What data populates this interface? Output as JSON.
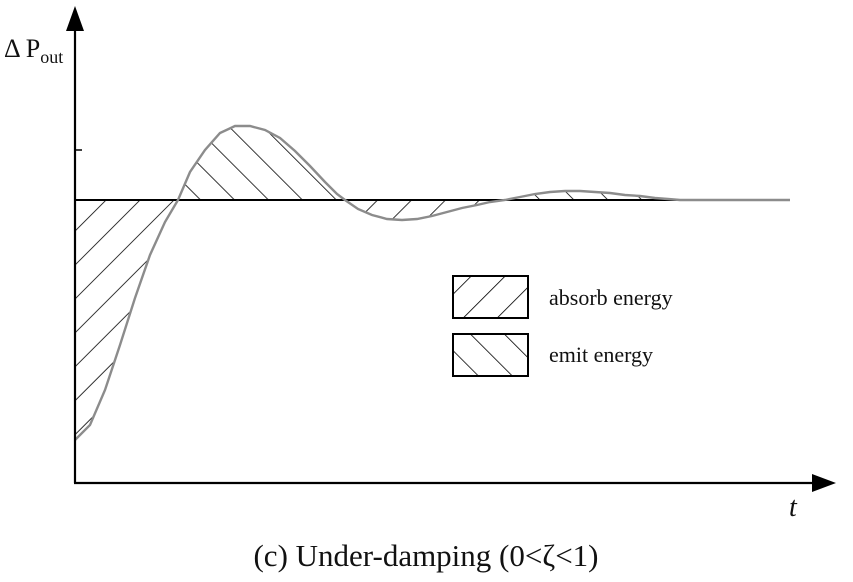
{
  "figure": {
    "y_axis_symbol": "Δ P",
    "y_axis_subscript": "out",
    "x_axis_label": "t",
    "caption": "(c) Under-damping (0<ζ<1)"
  },
  "legend": {
    "items": [
      {
        "label": "absorb energy",
        "hatch": "backslash"
      },
      {
        "label": "emit energy",
        "hatch": "slash"
      }
    ]
  },
  "colors": {
    "curve": "#8c8c8c",
    "axes": "#000000",
    "hatch": "#000000"
  }
}
